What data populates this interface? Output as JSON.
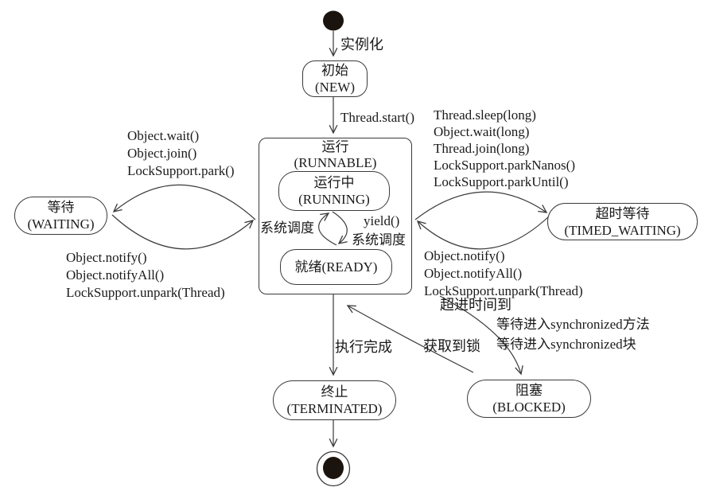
{
  "diagram": {
    "colors": {
      "line": "#3a3a3a",
      "background": "#ffffff",
      "text": "#1a1a1a",
      "node_fill": "#1b130d"
    },
    "states": {
      "new": {
        "zh": "初始",
        "en": "(NEW)"
      },
      "runnable": {
        "zh": "运行",
        "en": "(RUNNABLE)"
      },
      "running": {
        "zh": "运行中",
        "en": "(RUNNING)"
      },
      "ready": {
        "zh": "就绪(READY)"
      },
      "waiting": {
        "zh": "等待",
        "en": "(WAITING)"
      },
      "timed_waiting": {
        "zh": "超时等待",
        "en": "(TIMED_WAITING)"
      },
      "terminated": {
        "zh": "终止",
        "en": "(TERMINATED)"
      },
      "blocked": {
        "zh": "阻塞",
        "en": "(BLOCKED)"
      }
    },
    "transitions": {
      "instantiate": "实例化",
      "thread_start": "Thread.start()",
      "wait_group": [
        "Object.wait()",
        "Object.join()",
        "LockSupport.park()"
      ],
      "notify_group_left": [
        "Object.notify()",
        "Object.notifyAll()",
        "LockSupport.unpark(Thread)"
      ],
      "timed_group": [
        "Thread.sleep(long)",
        "Object.wait(long)",
        "Thread.join(long)",
        "LockSupport.parkNanos()",
        "LockSupport.parkUntil()"
      ],
      "notify_group_right": [
        "Object.notify()",
        "Object.notifyAll()",
        "LockSupport.unpark(Thread)"
      ],
      "timeout": "超进时间到",
      "sync_group": [
        "等待进入synchronized方法",
        "等待进入synchronized块"
      ],
      "acquire_lock": "获取到锁",
      "execute_done": "执行完成",
      "yield": "yield()",
      "sys_schedule_left": "系统调度",
      "sys_schedule_right": "系统调度"
    }
  }
}
